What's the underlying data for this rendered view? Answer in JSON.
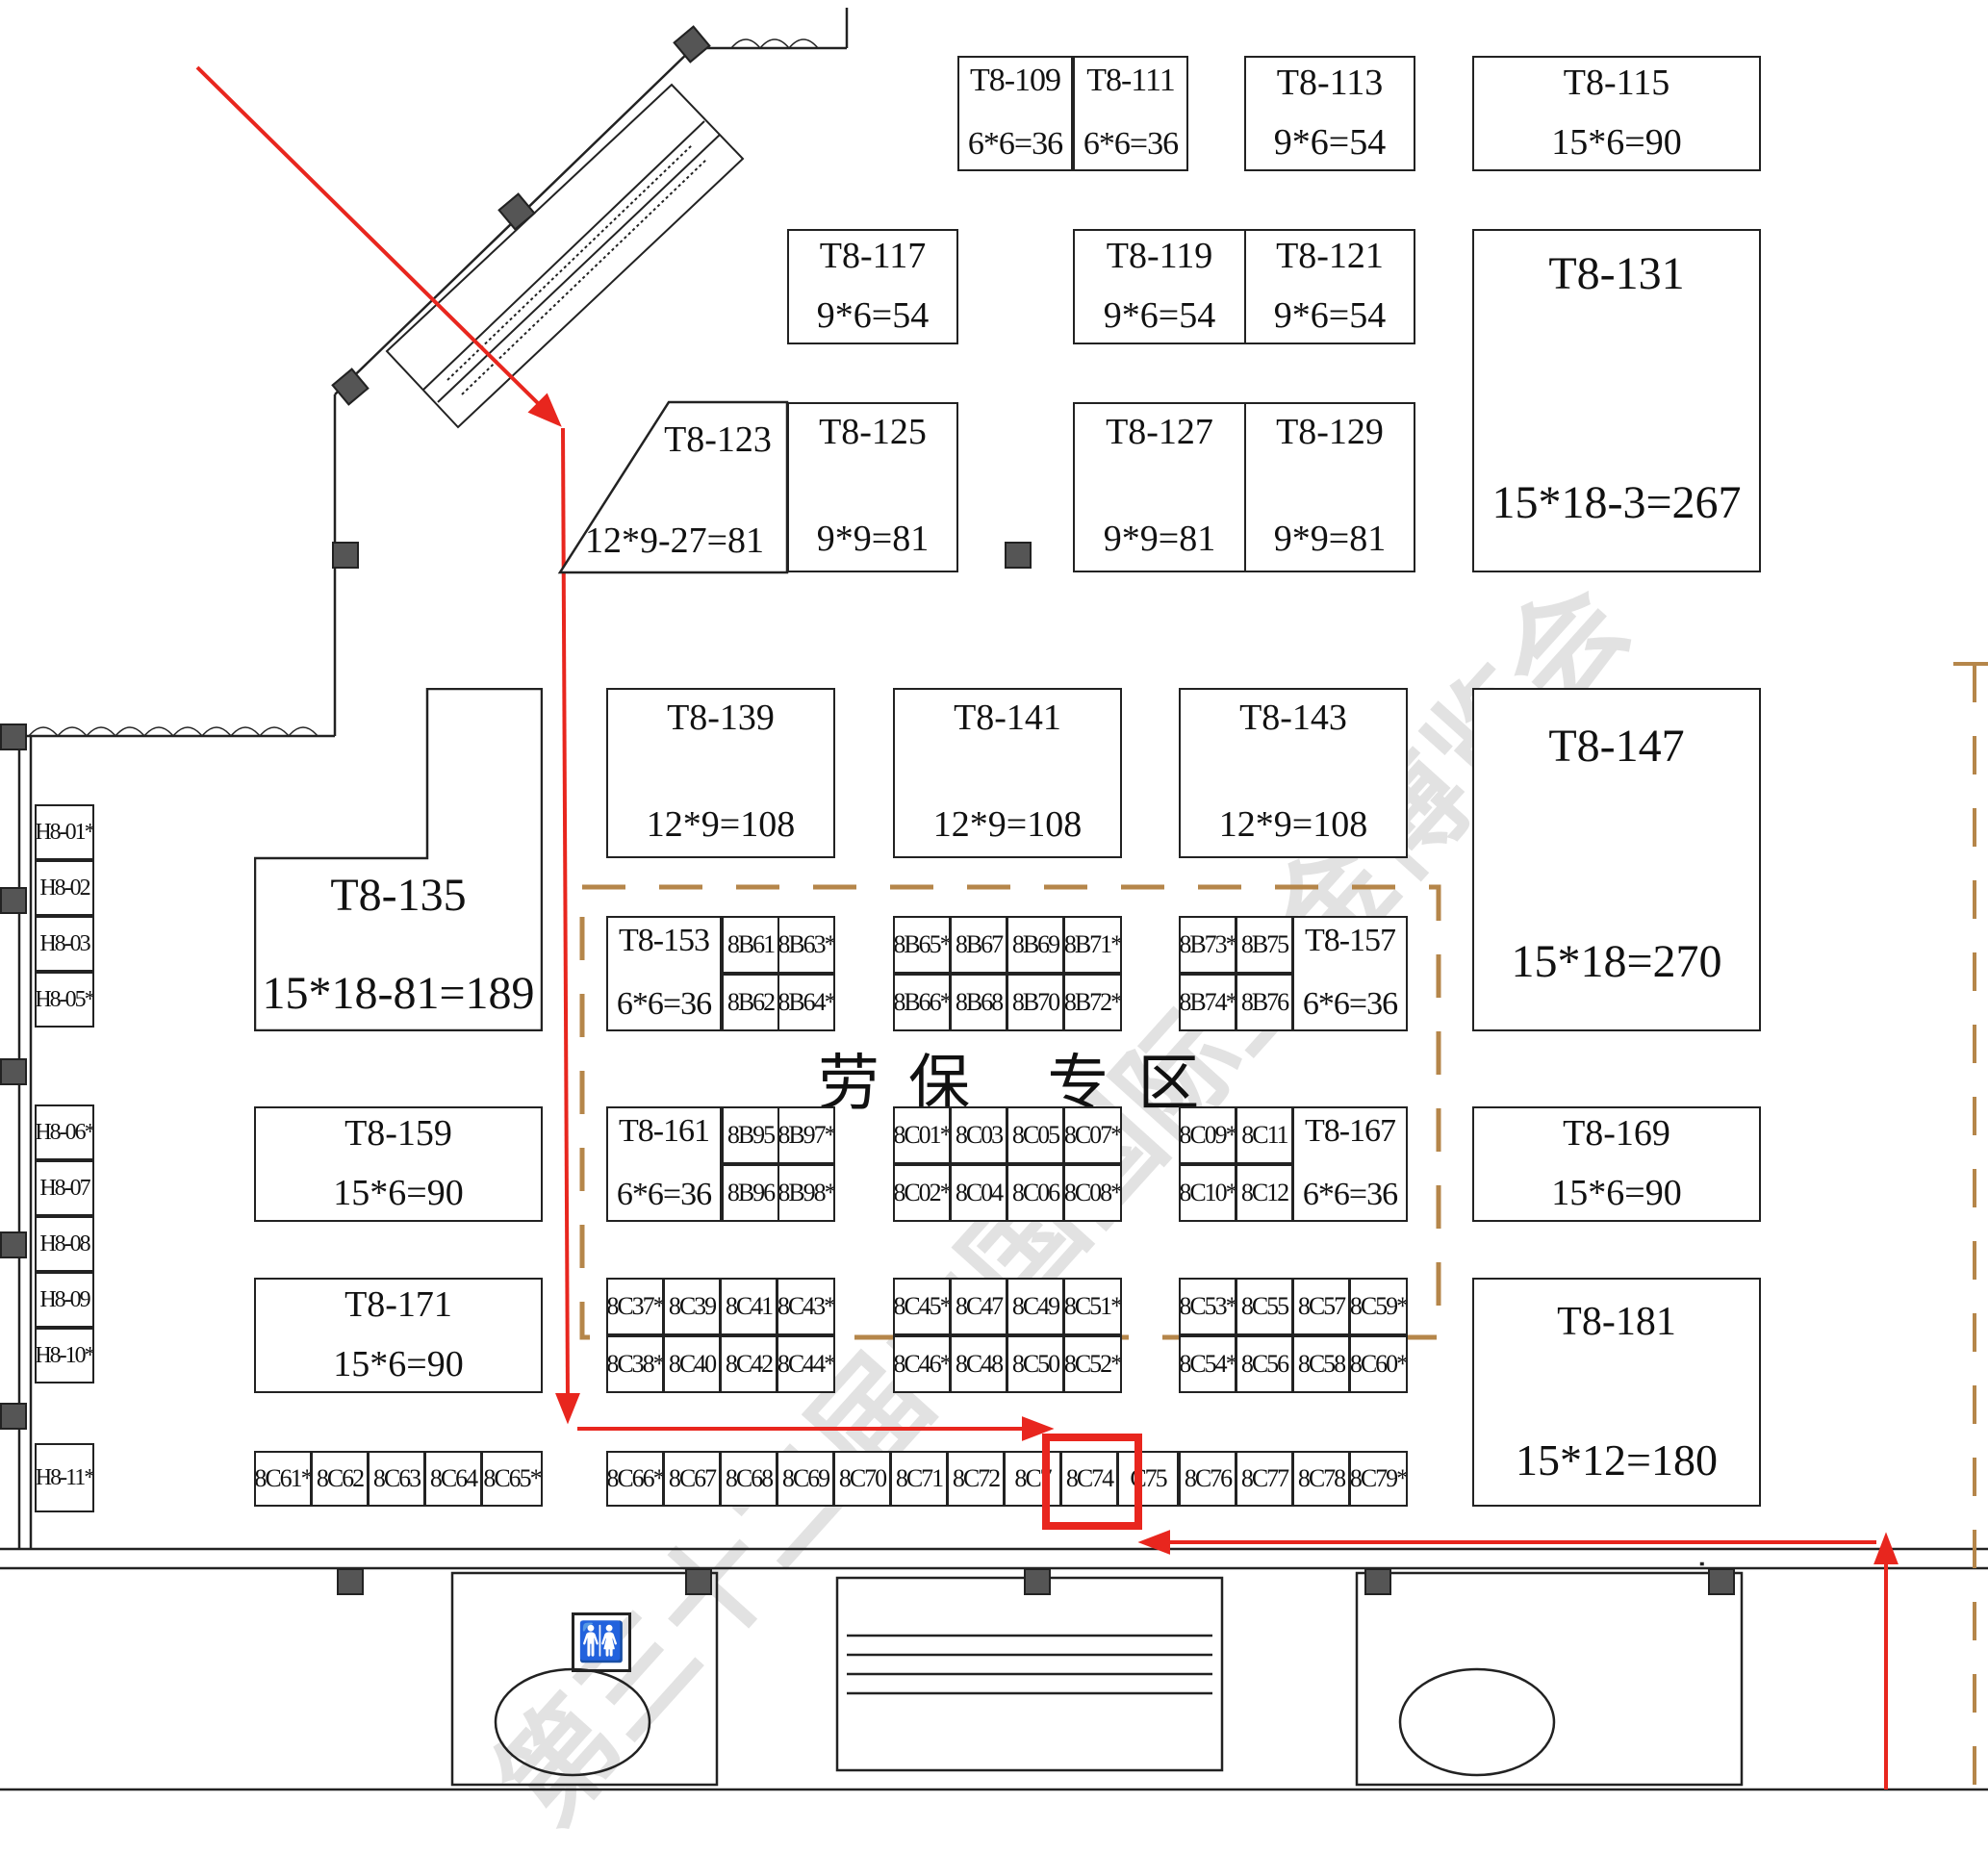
{
  "title_watermark": "第三十二届中国国际五金博览会",
  "zone": {
    "name": "劳保 专区",
    "border_color": "#b5864a"
  },
  "highlight": {
    "booth": "8C74",
    "color": "#e8261e"
  },
  "route_color": "#e8261e",
  "booths": {
    "t8_109": {
      "id": "T8-109",
      "size": "6*6=36"
    },
    "t8_111": {
      "id": "T8-111",
      "size": "6*6=36"
    },
    "t8_113": {
      "id": "T8-113",
      "size": "9*6=54"
    },
    "t8_115": {
      "id": "T8-115",
      "size": "15*6=90"
    },
    "t8_117": {
      "id": "T8-117",
      "size": "9*6=54"
    },
    "t8_119": {
      "id": "T8-119",
      "size": "9*6=54"
    },
    "t8_121": {
      "id": "T8-121",
      "size": "9*6=54"
    },
    "t8_131": {
      "id": "T8-131",
      "size": "15*18-3=267"
    },
    "t8_123": {
      "id": "T8-123",
      "size": "12*9-27=81"
    },
    "t8_125": {
      "id": "T8-125",
      "size": "9*9=81"
    },
    "t8_127": {
      "id": "T8-127",
      "size": "9*9=81"
    },
    "t8_129": {
      "id": "T8-129",
      "size": "9*9=81"
    },
    "t8_135": {
      "id": "T8-135",
      "size": "15*18-81=189"
    },
    "t8_139": {
      "id": "T8-139",
      "size": "12*9=108"
    },
    "t8_141": {
      "id": "T8-141",
      "size": "12*9=108"
    },
    "t8_143": {
      "id": "T8-143",
      "size": "12*9=108"
    },
    "t8_147": {
      "id": "T8-147",
      "size": "15*18=270"
    },
    "t8_153": {
      "id": "T8-153",
      "size": "6*6=36"
    },
    "t8_157": {
      "id": "T8-157",
      "size": "6*6=36"
    },
    "t8_159": {
      "id": "T8-159",
      "size": "15*6=90"
    },
    "t8_161": {
      "id": "T8-161",
      "size": "6*6=36"
    },
    "t8_167": {
      "id": "T8-167",
      "size": "6*6=36"
    },
    "t8_169": {
      "id": "T8-169",
      "size": "15*6=90"
    },
    "t8_171": {
      "id": "T8-171",
      "size": "15*6=90"
    },
    "t8_181": {
      "id": "T8-181",
      "size": "15*12=180"
    }
  },
  "cells": {
    "b61": "8B61",
    "b63": "8B63*",
    "b62": "8B62",
    "b64": "8B64*",
    "b65": "8B65*",
    "b67": "8B67",
    "b69": "8B69",
    "b71": "8B71*",
    "b66": "8B66*",
    "b68": "8B68",
    "b70": "8B70",
    "b72": "8B72*",
    "b73": "8B73*",
    "b75": "8B75",
    "b74": "8B74*",
    "b76": "8B76",
    "b95": "8B95",
    "b97": "8B97*",
    "b96": "8B96",
    "b98": "8B98*",
    "c01": "8C01*",
    "c03": "8C03",
    "c05": "8C05",
    "c07": "8C07*",
    "c02": "8C02*",
    "c04": "8C04",
    "c06": "8C06",
    "c08": "8C08*",
    "c09": "8C09*",
    "c11": "8C11",
    "c10": "8C10*",
    "c12": "8C12",
    "c37": "8C37*",
    "c39": "8C39",
    "c41": "8C41",
    "c43": "8C43*",
    "c38": "8C38*",
    "c40": "8C40",
    "c42": "8C42",
    "c44": "8C44*",
    "c45": "8C45*",
    "c47": "8C47",
    "c49": "8C49",
    "c51": "8C51*",
    "c46": "8C46*",
    "c48": "8C48",
    "c50": "8C50",
    "c52": "8C52*",
    "c53": "8C53*",
    "c55": "8C55",
    "c57": "8C57",
    "c59": "8C59*",
    "c54": "8C54*",
    "c56": "8C56",
    "c58": "8C58",
    "c60": "8C60*",
    "c61": "8C61*",
    "c62": "8C62",
    "c63": "8C63",
    "c64": "8C64",
    "c65": "8C65*",
    "c66": "8C66*",
    "c67": "8C67",
    "c68": "8C68",
    "c69": "8C69",
    "c70": "8C70",
    "c71": "8C71",
    "c72": "8C72",
    "c73": "8C7",
    "c74": "8C74",
    "c75": "C75",
    "c76": "8C76",
    "c77": "8C77",
    "c78": "8C78",
    "c79": "8C79*"
  },
  "h_cells": {
    "h01": "H8-01*",
    "h02": "H8-02",
    "h03": "H8-03",
    "h05": "H8-05*",
    "h06": "H8-06*",
    "h07": "H8-07",
    "h08": "H8-08",
    "h09": "H8-09",
    "h10": "H8-10*",
    "h11": "H8-11*"
  }
}
